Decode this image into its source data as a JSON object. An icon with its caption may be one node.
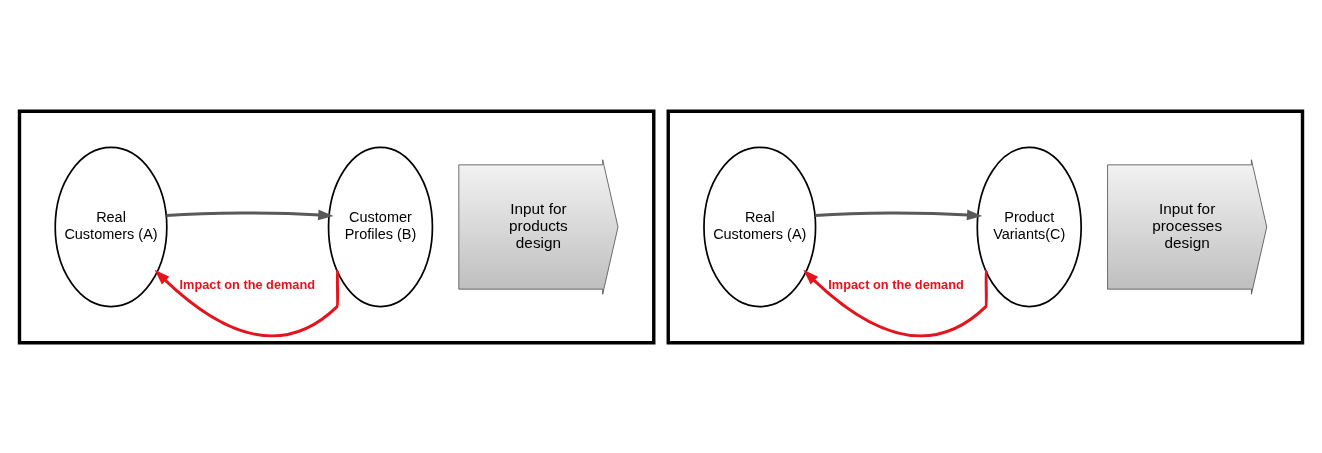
{
  "diagram": {
    "nodes": [
      {
        "text": [],
        "shape": "box"
      },
      {
        "text": [
          "Real Customers (A)"
        ],
        "in": 0
      },
      {
        "text": [
          "Customer Profiles (B)"
        ],
        "in": 0
      },
      {
        "text": [
          "Input for products design"
        ],
        "in": 0
      },
      {
        "text": [],
        "shape": "box"
      },
      {
        "text": [
          "Real Customers (A)"
        ],
        "in": 4
      },
      {
        "text": [
          "Product Variants(C)"
        ],
        "in": 4
      },
      {
        "text": [
          "Input for processes design"
        ],
        "in": 4
      }
    ],
    "edges": [
      {
        "from": 1,
        "to": 2,
        "arrow": "to",
        "color": "#595959"
      },
      {
        "from": 2,
        "to": 1,
        "arrow": "to",
        "label": "Impact on the demand",
        "color": "#e3141c"
      },
      {
        "from": 5,
        "to": 6,
        "arrow": "to",
        "color": "#595959"
      },
      {
        "from": 6,
        "to": 5,
        "arrow": "to",
        "label": "Impact on the demand",
        "color": "#e3141c"
      }
    ]
  }
}
